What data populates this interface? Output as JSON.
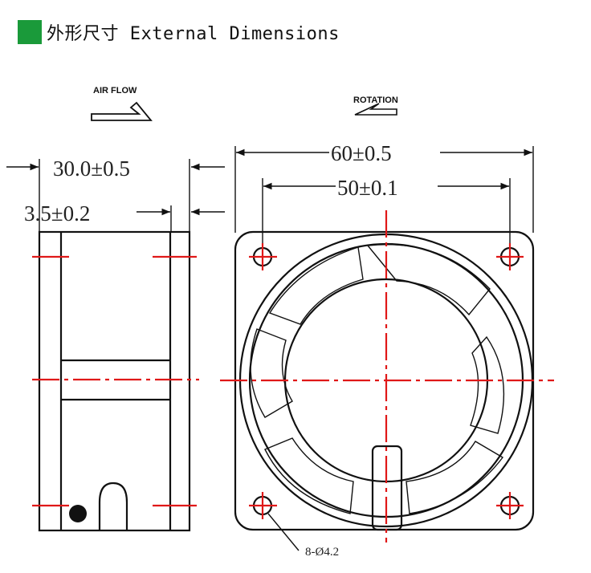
{
  "header": {
    "title": "外形尺寸 External Dimensions",
    "accent_color": "#1a9a3a"
  },
  "labels": {
    "air_flow": "AIR FLOW",
    "rotation": "ROTATION"
  },
  "dimensions": {
    "depth": "30.0±0.5",
    "flange": "3.5±0.2",
    "width": "60±0.5",
    "hole_spacing": "50±0.1",
    "holes": "8-Ø4.2"
  },
  "colors": {
    "centerline": "#e01818",
    "outline": "#111111"
  }
}
